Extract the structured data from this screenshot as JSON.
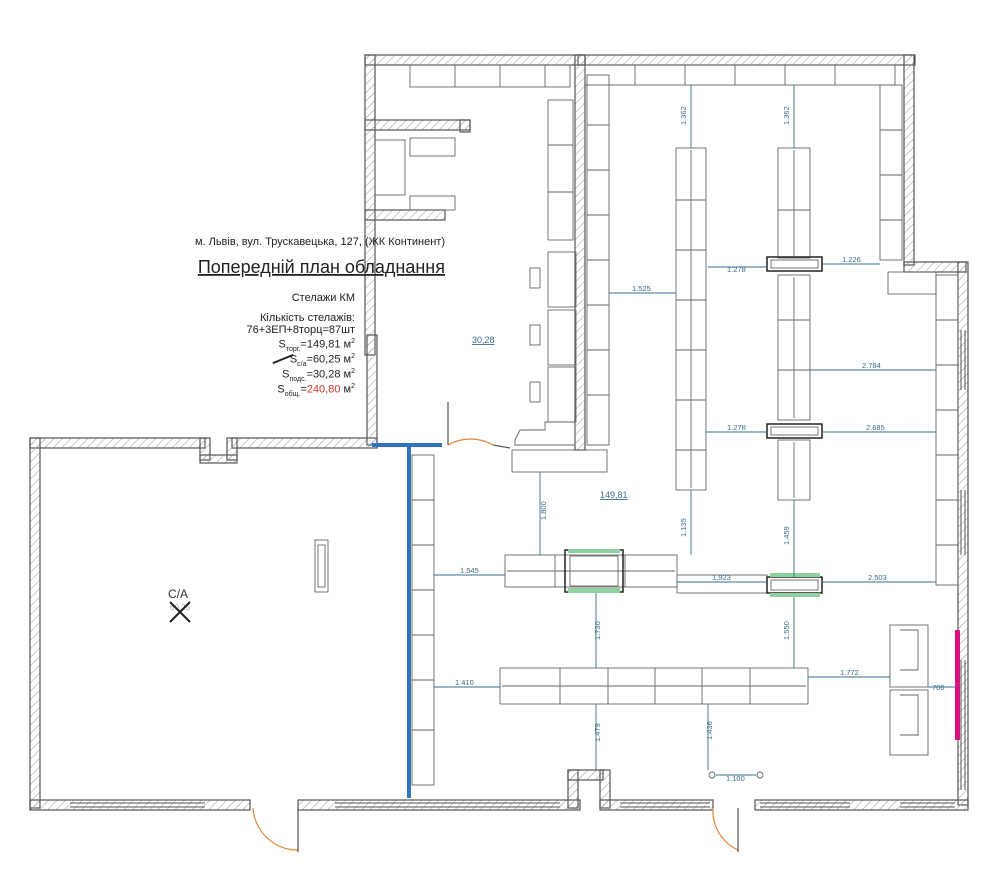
{
  "header": {
    "address": "м. Львів, вул. Трускавецька, 127, (ЖК Континент)",
    "title": "Попередній план обладнання"
  },
  "notes": {
    "racks": "Стелажи КМ",
    "count_label": "Кількість стелажів:",
    "count_formula": "76+3ЕП+8торц=87шт",
    "s_torg": {
      "sym": "S",
      "sub": "торг.",
      "value": "=149,81 м",
      "sup": "2"
    },
    "s_sa": {
      "sym": "S",
      "sub": "с/а",
      "value": "=60,25 м",
      "sup": "2"
    },
    "s_pods": {
      "sym": "S",
      "sub": "подс.",
      "value": "=30,28 м",
      "sup": "2"
    },
    "s_total": {
      "sym": "S",
      "sub": "общ.",
      "prefix": "=",
      "value": "240,80",
      "unit": " м",
      "sup": "2"
    }
  },
  "rooms": {
    "storage_area": "30,28",
    "sales_area": "149,81",
    "sa_label": "С/А",
    "sa_area": "60,25"
  },
  "dimensions": {
    "d1362a": "1.362",
    "d1362b": "1.362",
    "d1278a": "1.278",
    "d1226": "1.226",
    "d1525": "1.525",
    "d2784": "2.784",
    "d1278b": "1.278",
    "d2685": "2.685",
    "d1800": "1.800",
    "d1135": "1.135",
    "d1459": "1.459",
    "d1545": "1.545",
    "d1923": "1.923",
    "d2503": "2.503",
    "d1730": "1.730",
    "d1550": "1.550",
    "d1410": "1.410",
    "d1772": "1.772",
    "d700": "700",
    "d1479": "1.479",
    "d1436": "1.436",
    "d1100": "1.100"
  },
  "colors": {
    "wall": "#555555",
    "dimension": "#3a6d8c",
    "partition": "#2f74c0",
    "promo": "#8fd19e",
    "accent_magenta": "#d6137e",
    "total_red": "#d23b2c",
    "door": "#e0873a"
  }
}
